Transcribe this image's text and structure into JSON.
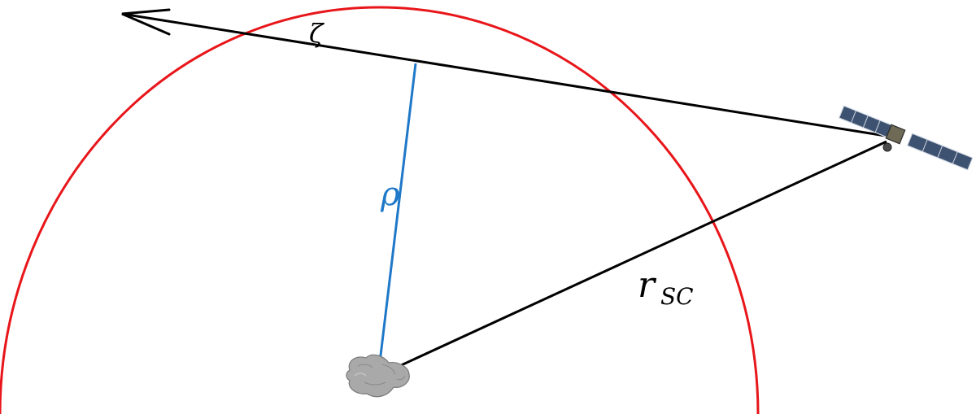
{
  "labels": {
    "zeta": "ζ",
    "rho": "ρ",
    "r_sc_main": "r",
    "r_sc_sub": "SC"
  },
  "colors": {
    "circle": "#e8161a",
    "rho_line": "#1f78c8",
    "line": "#000000",
    "comet": "#a8a8a8",
    "panel": "#3d5270"
  },
  "icons": {
    "comet": "comet-nucleus-icon",
    "spacecraft": "spacecraft-icon"
  }
}
